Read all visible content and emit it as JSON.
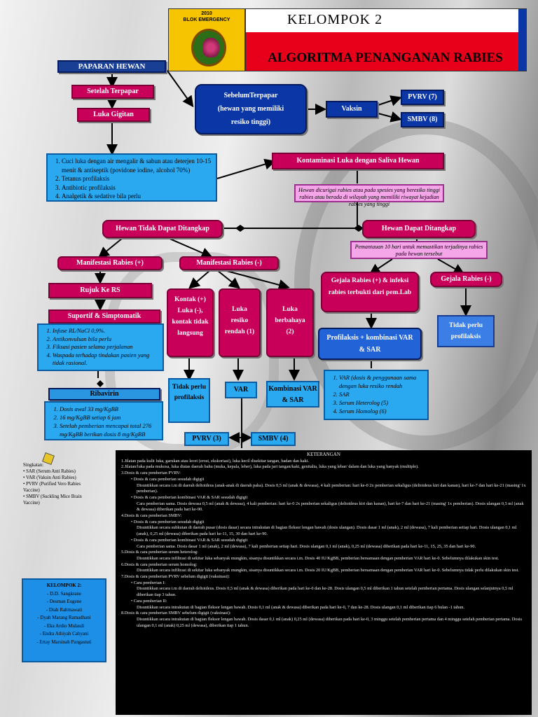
{
  "header": {
    "year": "2010",
    "blok": "BLOK EMERGENCY",
    "kelompok": "KELOMPOK 2",
    "title": "ALGORITMA PENANGANAN RABIES"
  },
  "flow": {
    "paparan": "PAPARAN HEWAN",
    "setelah": "Setelah Terpapar",
    "luka_gigitan": "Luka Gigitan",
    "sebelum_1": "SebelumTerpapar",
    "sebelum_2": "(hewan yang memiliki",
    "sebelum_3": "resiko tinggi)",
    "vaksin": "Vaksin",
    "pvrv7": "PVRV (7)",
    "smbv8": "SMBV (8)",
    "luka_steps": [
      "Cuci luka dengan air mengalir & sabun atau deterjen 10-15 menit & antiseptik (povidone iodine, alcohol 70%)",
      "Tetanus profilaksis",
      "Antibiotic profilaksis",
      "Analgetik & sedative bila perlu"
    ],
    "kontaminasi": "Kontaminasi Luka dengan Saliva Hewan",
    "hewan_dicurigai": "Hewan dicurigai rabies atau pada spesies yang beresiko tinggi rabies atau berada di wilayah yang memiliki riwayat kejadian rabies yang tinggi",
    "tidak_tangkap": "Hewan Tidak Dapat Ditangkap",
    "dapat_tangkap": "Hewan Dapat Ditangkap",
    "pemantauan": "Pemantauan 10 hari untuk memastikan terjadinya rabies pada hewan tersebut",
    "manif_pos": "Manifestasi Rabies (+)",
    "manif_neg": "Manifestasi Rabies (-)",
    "rujuk": "Rujuk Ke RS",
    "suportif": "Suportif & Simptomatik",
    "suportif_list": [
      "Infuse RL/NaCl 0,9%.",
      "Antikonvulsan bila perlu",
      "Fiksasi pasien selama perjalanan",
      "Waspada terhadap tindakan pasien yang tidak rasional."
    ],
    "ribavirin": "Ribavirin",
    "ribavirin_list": [
      "Dosis awal 33 mg/KgBB",
      "16 mg/KgBB setiap 6 jam",
      "Setelah pemberian mencapai total 276 mg/KgBB berikan dosis 8 mg/KgBB"
    ],
    "kontak": "Kontak (+) Luka (-), kontak tidak langsung",
    "luka_resiko": "Luka resiko rendah (1)",
    "luka_bahaya": "Luka berbahaya (2)",
    "tidak_perlu": "Tidak perlu profilaksis",
    "var": "VAR",
    "kombinasi": "Kombinasi VAR & SAR",
    "pvrv3": "PVRV (3)",
    "smbv4": "SMBV (4)",
    "gejala_pos": "Gejala Rabies (+) & infeksi rabies terbukti dari pem.Lab",
    "gejala_neg": "Gejala Rabies (-)",
    "profilaksis": "Profilaksis + kombinasi VAR & SAR",
    "tidak_perlu2": "Tidak perlu profilaksis",
    "var_list": [
      "VAR (dosis & penggunaan sama dengan luka resiko rendah",
      "SAR",
      "Serum Heterolog (5)",
      "Serum Homolog (6)"
    ]
  },
  "singkatan": {
    "title": "Singkatan:",
    "items": [
      "SAR (Serum Anti Rabies)",
      "VAR (Vaksin Anti Rabies)",
      "PVRV (Purified Vero Rabies Vaccine)",
      "SMBV (Suckling Mice Brain Vaccine)"
    ]
  },
  "kelompok_box": {
    "title": "KELOMPOK 2:",
    "members": [
      "D.D. Sangkrane",
      "Desman Eugene",
      "Diah Rahmawati",
      "Dyah Marang Ramadhani",
      "Eka Ardio Mulasdi",
      "Endra Athiyah Cahyani",
      "Ertay Marsinah Pangastuti"
    ]
  },
  "keterangan": {
    "title": "KETERANGAN",
    "lines": [
      "1.Jilatan pada kulit luka, garukan atau lecet (erosi, ekskoriasi), luka kecil disekitar tangan, badan dan kaki.",
      "2.Jilatan/luka pada mukosa, luka diatas daerah bahu (muka, kepala, leher), luka pada jari tangan/kaki, genitalia, luka yang lebar/ dalam dan luka yang banyak (multiple).",
      "3.Dosis & cara pemberian PVRV:",
      "• Dosis & cara pemberian sesudah digigit",
      "Disuntikkan secara i.m di daerah deltoideus (anak-anak di daerah paha). Dosis 0,5 ml (anak & dewasa), 4 kali pemberian: hari ke-0 2x pemberian sekaligus (deltoideus kiri dan kanan), hari ke-7 dan hari ke-21 (masing' 1x pemberian).",
      "• Dosis & cara pemberian kombinasi VAR & SAR sesudah digigit",
      "Cara pemberian sama. Dosis dewasa 0,5 ml (anak & dewasa), 4 kali pemberian: hari ke-0 2x pemberian sekaligus (deltoideus kiri dan kanan), hari ke-7 dan hari ke-21 (masing' 1x pemberian). Dosis ulangan 0,5 ml (anak & dewasa) diberikan pada hari ke-90.",
      "4.Dosis & cara pemberian SMBV:",
      "• Dosis & cara pemberian sesudah digigit",
      "Disuntikkan secara subkutan di daerah pusar (dosis dasar) secara intrakutan di bagian fleksor lengan bawah (dosis ulangan). Dosis dasar 1 ml (anak), 2 ml (dewasa), 7 kali pemberian setiap hari. Dosis ulangan 0,1 ml (anak), 0,25 ml (dewasa) diberikan pada hari ke-11, 15, 30 dan hari ke-90.",
      "• Dosis & cara pemberian kombinasi VAR & SAR sesudah digigit",
      "Cara pemberian sama. Dosis dasar 1 ml (anak), 2 ml (dewasa), 7 kali pemberian setiap hari. Dosis ulangan 0,1 ml (anak), 0,25 ml (dewasa) diberikan pada hari ke-11, 15, 25, 35 dan hari ke-90.",
      "5.Dosis & cara pemberian serum heterolog:",
      "Disuntikkan secara infiltrasi di sekitar luka sebanyak mungkin, sisanya disuntikkan secara i.m. Dosis 40 IU/KgBB, pemberian bersamaan dengan pemberian VAR hari ke-0. Sebelumnya dilakukan skin test.",
      "6.Dosis & cara pemberian serum homolog:",
      "Disuntikkan secara infiltrasi di sekitar luka sebanyak mungkin, sisanya disuntikkan secara i.m. Dosis 20 IU/KgBB, pemberian bersamaan dengan pemberian VAR hari ke-0. Sebelumnya tidak perlu dilakukan skin test.",
      "7.Dosis & cara pemberian PVRV sebelum digigit (vaksinasi):",
      "• Cara pemberian I:",
      "Disuntikkan secara i.m di daerah deltoideus. Dosis 0,5 ml (anak & dewasa) diberikan pada hari ke-0 dan ke-28. Dosis ulangan 0,5 ml diberikan 1 tahun setelah pemberian pertama. Dosis ulangan selanjutnya 0,5 ml diberikan tiap 3 tahun.",
      "• Cara pemberian II:",
      "Disuntikkan secara intrakutan di bagian fleksor lengan bawah. Dosis 0,1 ml (anak & dewasa) diberikan pada hari ke-0, 7 dan ke-28. Dosis ulangan 0,1 ml diberikan tiap 6 bulan -1 tahun.",
      "8.Dosis & cara pemberian SMBV sebelum digigit (vaksinasi):",
      "Disuntikkan secara intrakutan di bagian fleksor lengan bawah. Dosis dasar 0,1 ml (anak) 0,25 ml (dewasa) diberikan pada hari ke-0, 3 minggu setelah pemberian pertama dan 4 minggu setelah pemberian pertama. Dosis ulangan 0,1 ml (anak) 0,25 ml (dewasa), diberikan tiap 1 tahun."
    ]
  },
  "colors": {
    "pink": "#c8005a",
    "navy": "#0b37a6",
    "light_blue": "#2aa8f0",
    "light_pink": "#f5a6e8",
    "header_yellow": "#f6c400",
    "header_red": "#e8001a"
  }
}
